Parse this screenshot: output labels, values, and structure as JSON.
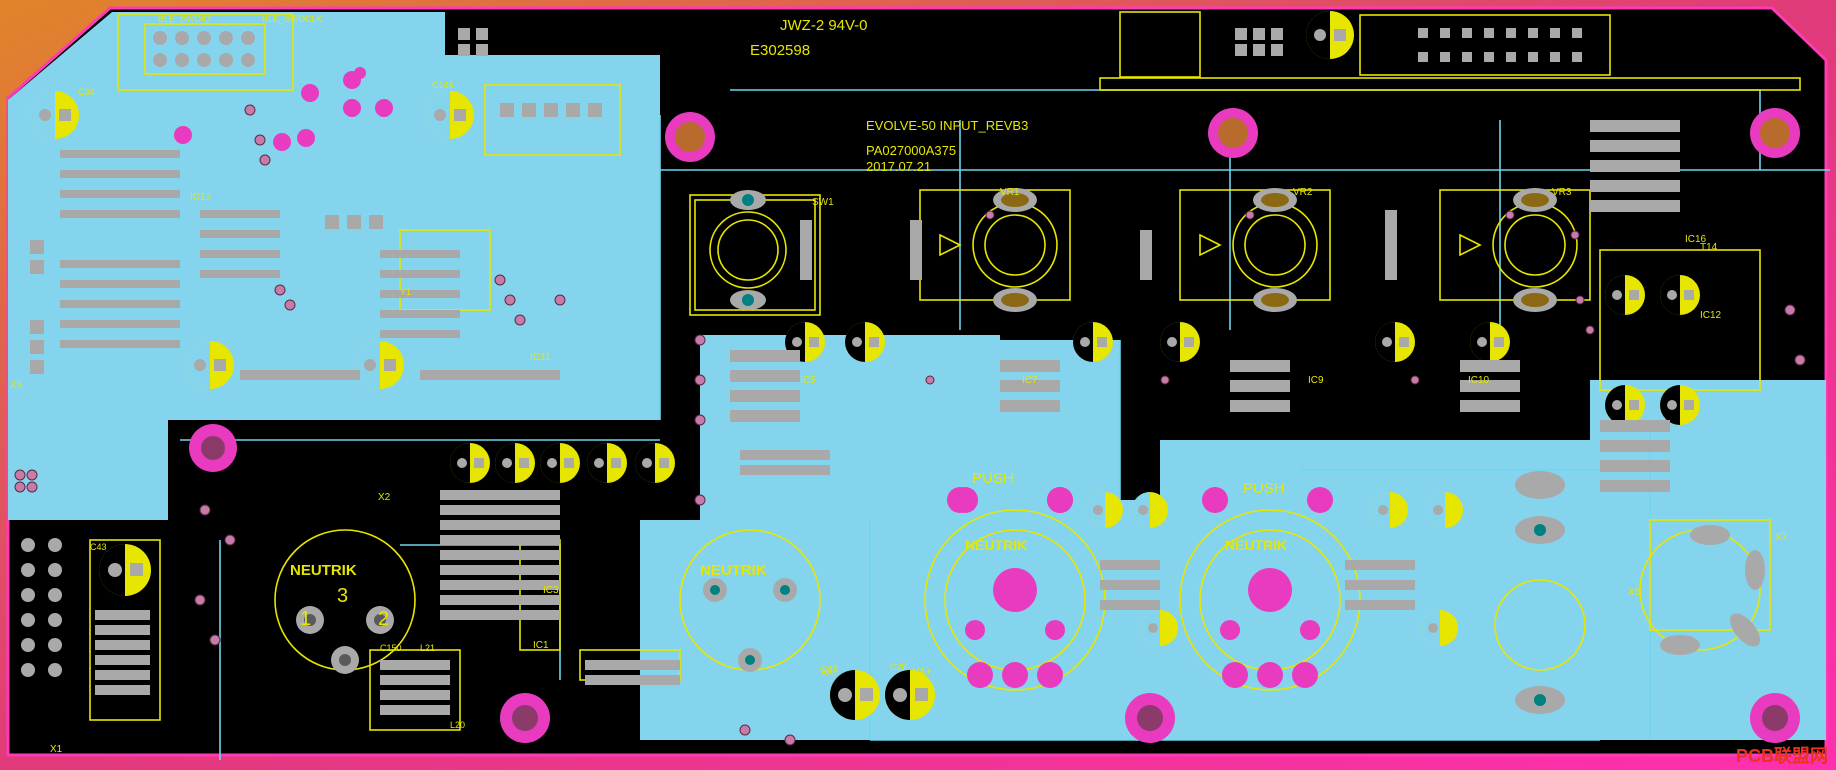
{
  "board": {
    "name": "EVOLVE-50 INPUT_REVB3",
    "part_number": "PA027000A375",
    "date": "2017.07.21",
    "ul_mark": "JWZ-2 94V-0",
    "ul_file": "E302598"
  },
  "connectors": {
    "neutrik_1": "NEUTRIK",
    "neutrik_2": "NEUTRIK",
    "neutrik_3": "NEUTRIK",
    "neutrik_4": "NEUTRIK",
    "xlr_pin1": "1",
    "xlr_pin2": "2",
    "xlr_pin3": "3"
  },
  "labels": {
    "push_1": "PUSH",
    "push_2": "PUSH",
    "ble_swdio": "BLE_SWDIO",
    "ble_swdclk": "BLE_SWDCLK",
    "vr1": "VR1",
    "vr2": "VR2",
    "vr3": "VR3",
    "sw1": "SW1",
    "ic1": "IC1",
    "ic3": "IC3",
    "ic5": "IC5",
    "ic7": "IC7",
    "ic9": "IC9",
    "ic10": "IC10",
    "ic11": "IC11",
    "ic12": "IC12",
    "ic16": "IC16",
    "ic17": "IC17",
    "x1": "X1",
    "x2": "X2",
    "x5": "X5",
    "x6": "X6",
    "x7": "X7",
    "t14": "T14",
    "c34": "C34",
    "c43": "C43",
    "c145": "C145",
    "c150": "C150",
    "c16": "C16",
    "c20": "C20",
    "l20": "L20",
    "l21": "L21",
    "va_minus": "VA-",
    "va_plus": "VA+",
    "y1": "Y1"
  },
  "watermark": "PCB联盟网"
}
